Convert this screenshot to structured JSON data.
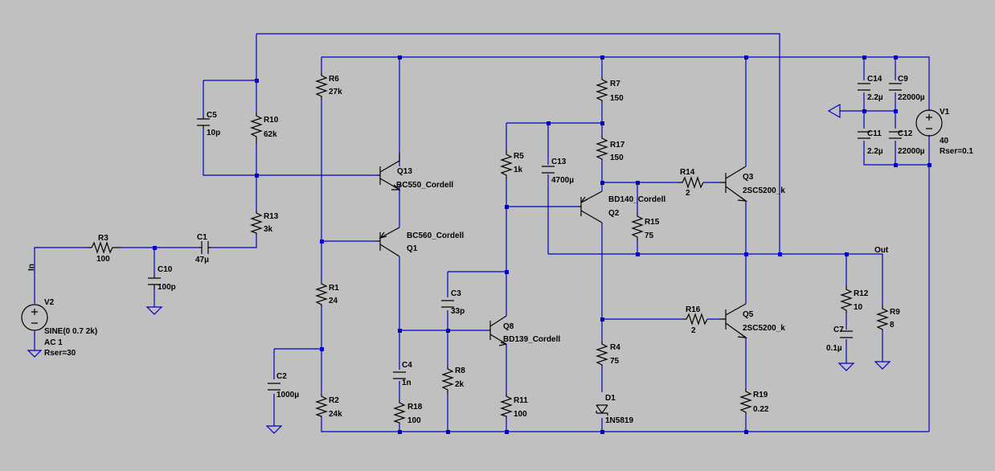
{
  "labels": {
    "r6": "R6",
    "r6v": "27k",
    "r10": "R10",
    "r10v": "62k",
    "c5": "C5",
    "c5v": "10p",
    "r13": "R13",
    "r13v": "3k",
    "r3": "R3",
    "r3v": "100",
    "c1": "C1",
    "c1v": "47µ",
    "c10": "C10",
    "c10v": "100p",
    "v2": "V2",
    "v2a": "SINE(0 0.7 2k)",
    "v2b": "AC 1",
    "v2c": "Rser=30",
    "in": "In",
    "q13": "Q13",
    "q13m": "BC550_Cordell",
    "q1": "Q1",
    "q1m": "BC560_Cordell",
    "r1": "R1",
    "r1v": "24",
    "c2": "C2",
    "c2v": "1000µ",
    "r2": "R2",
    "r2v": "24k",
    "c4": "C4",
    "c4v": "1n",
    "r18": "R18",
    "r18v": "100",
    "r5": "R5",
    "r5v": "1k",
    "c3": "C3",
    "c3v": "33p",
    "r8": "R8",
    "r8v": "2k",
    "q8": "Q8",
    "q8m": "BD139_Cordell",
    "r11": "R11",
    "r11v": "100",
    "c13": "C13",
    "c13v": "4700µ",
    "r7": "R7",
    "r7v": "150",
    "r17": "R17",
    "r17v": "150",
    "q2": "Q2",
    "q2m": "BD140_Cordell",
    "r15": "R15",
    "r15v": "75",
    "r14": "R14",
    "r14v": "2",
    "q3": "Q3",
    "q3m": "2SC5200_k",
    "r4": "R4",
    "r4v": "75",
    "d1": "D1",
    "d1m": "1N5819",
    "r16": "R16",
    "r16v": "2",
    "q5": "Q5",
    "q5m": "2SC5200_k",
    "r19": "R19",
    "r19v": "0.22",
    "c14": "C14",
    "c14v": "2.2µ",
    "c9": "C9",
    "c9v": "22000µ",
    "c11": "C11",
    "c11v": "2.2µ",
    "c12": "C12",
    "c12v": "22000µ",
    "v1": "V1",
    "v1a": "40",
    "v1b": "Rser=0.1",
    "r12": "R12",
    "r12v": "10",
    "c7": "C7",
    "c7v": "0.1µ",
    "r9": "R9",
    "r9v": "8",
    "out": "Out"
  },
  "colors": {
    "background": "#c0c0c0",
    "wire": "#0000c8",
    "component": "#000000"
  }
}
